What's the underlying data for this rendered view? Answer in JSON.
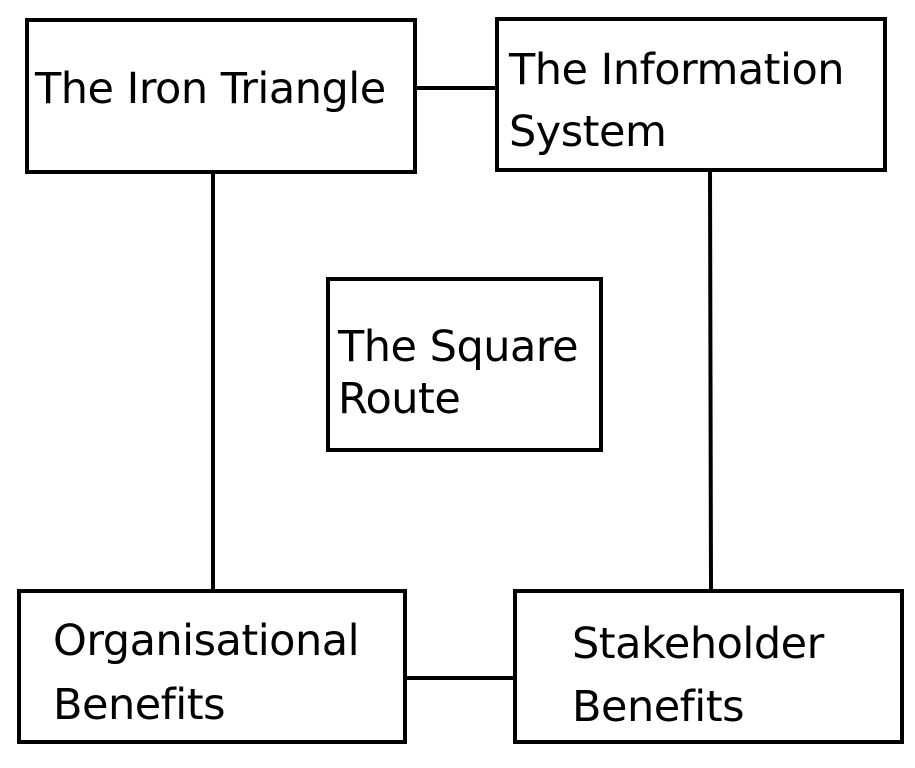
{
  "diagram": {
    "nodes": {
      "iron_triangle": {
        "lines": [
          "The Iron Triangle"
        ]
      },
      "information_system": {
        "lines": [
          "The Information",
          "System"
        ]
      },
      "square_route": {
        "lines": [
          "The Square",
          "Route"
        ]
      },
      "organisational_benefits": {
        "lines": [
          "Organisational",
          "Benefits"
        ]
      },
      "stakeholder_benefits": {
        "lines": [
          "Stakeholder",
          "Benefits"
        ]
      }
    },
    "edges": [
      {
        "from": "iron_triangle",
        "to": "information_system"
      },
      {
        "from": "iron_triangle",
        "to": "organisational_benefits"
      },
      {
        "from": "information_system",
        "to": "stakeholder_benefits"
      },
      {
        "from": "organisational_benefits",
        "to": "stakeholder_benefits"
      }
    ],
    "colors": {
      "stroke": "#000000",
      "fill": "#ffffff",
      "text": "#000000"
    }
  }
}
